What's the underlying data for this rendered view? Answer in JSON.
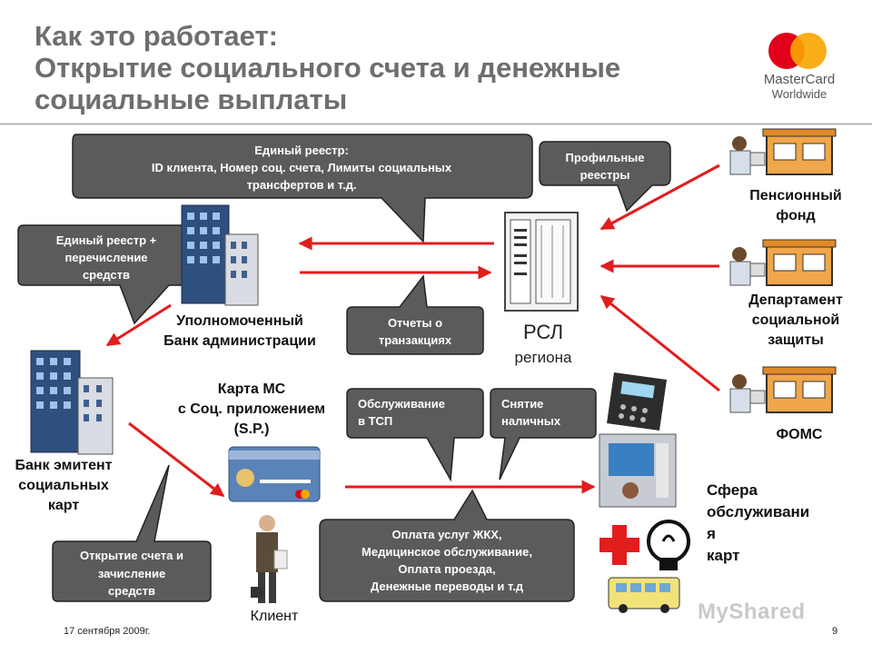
{
  "title": {
    "line1": "Как это работает:",
    "line2": "Открытие социального счета и денежные",
    "line3": "социальные выплаты"
  },
  "logo": {
    "brand": "MasterCard",
    "sub": "Worldwide",
    "colors": {
      "red": "#e2001a",
      "yellow": "#f9a500"
    }
  },
  "callouts": {
    "unified_registry": [
      "Единый реестр:",
      "ID клиента, Номер соц. счета, Лимиты социальных",
      "трансфертов и т.д."
    ],
    "profile_registries": [
      "Профильные",
      "реестры"
    ],
    "registry_transfer": [
      "Единый реестр +",
      "перечисление",
      "средств"
    ],
    "transaction_reports": [
      "Отчеты о",
      "транзакциях"
    ],
    "pos_service": [
      "Обслуживание",
      "в ТСП"
    ],
    "cash_withdrawal": [
      "Снятие",
      "наличных"
    ],
    "account_opening": [
      "Открытие  счета и",
      "зачисление",
      "средств"
    ],
    "payments": [
      "Оплата услуг ЖКХ,",
      "Медицинское обслуживание,",
      "Оплата проезда,",
      "Денежные переводы и т.д"
    ]
  },
  "labels": {
    "authorized_bank": [
      "Уполномоченный",
      "Банк администрации"
    ],
    "issuer_bank": [
      "Банк эмитент",
      "социальных",
      "карт"
    ],
    "card": [
      "Карта МС",
      "с Соц. приложением",
      "(S.P.)"
    ],
    "client": "Клиент",
    "rsl": "РСЛ",
    "rsl_sub": "региона",
    "pension_fund": [
      "Пенсионный",
      "фонд"
    ],
    "social_dept": [
      "Департамент",
      "социальной",
      "защиты"
    ],
    "foms": "ФОМС",
    "service_sphere": [
      "Сфера",
      "обслуживани",
      "я",
      "карт"
    ]
  },
  "footer": {
    "date": "17 сентября 2009г.",
    "page": "9",
    "watermark": "MyShared"
  },
  "icons": [
    "building-icon",
    "server-icon",
    "office-worker-icon",
    "pos-terminal-icon",
    "atm-icon",
    "red-cross-icon",
    "lightbulb-icon",
    "bus-icon",
    "client-person-icon",
    "bank-card-icon"
  ],
  "colors": {
    "callout": "#5b5b5b",
    "arrow": "#e11d1d",
    "title": "#6e6e6e"
  }
}
